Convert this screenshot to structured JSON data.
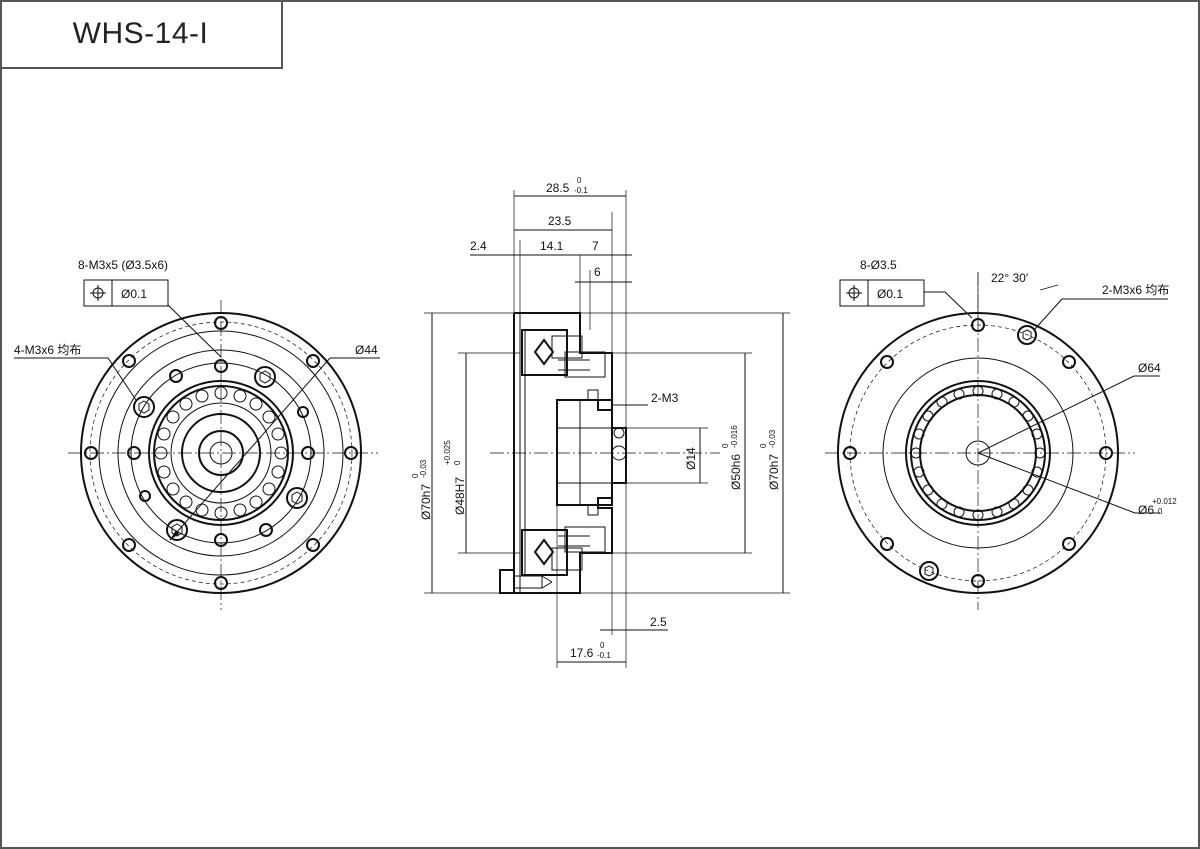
{
  "model": "WHS-14-I",
  "left_view": {
    "holes_note": "8-M3x5 (Ø3.5x6)",
    "position_tolerance": "Ø0.1",
    "threads_note": "4-M3x6 均布",
    "diameter": "Ø44"
  },
  "section_view": {
    "overall_length": "28.5",
    "overall_length_tol_upper": "0",
    "overall_length_tol_lower": "-0.1",
    "length_23_5": "23.5",
    "length_2_4": "2.4",
    "length_14_1": "14.1",
    "length_7": "7",
    "length_6": "6",
    "thread_2m3": "2-M3",
    "length_2_5": "2.5",
    "length_17_6": "17.6",
    "length_17_6_tol_upper": "0",
    "length_17_6_tol_lower": "-0.1",
    "dia_70h7_left": "Ø70h7",
    "dia_70h7_left_tol_upper": "0",
    "dia_70h7_left_tol_lower": "-0.03",
    "dia_48H7": "Ø48H7",
    "dia_48H7_tol_upper": "+0.025",
    "dia_48H7_tol_lower": "0",
    "dia_14": "Ø14",
    "dia_50h6": "Ø50h6",
    "dia_50h6_tol_upper": "0",
    "dia_50h6_tol_lower": "-0.016",
    "dia_70h7_right": "Ø70h7",
    "dia_70h7_right_tol_upper": "0",
    "dia_70h7_right_tol_lower": "-0.03"
  },
  "right_view": {
    "holes_note": "8-Ø3.5",
    "position_tolerance": "Ø0.1",
    "angle": "22° 30′",
    "threads_note": "2-M3x6 均布",
    "diameter": "Ø64",
    "bore": "Ø6",
    "bore_tol_upper": "+0.012",
    "bore_tol_lower": "0"
  },
  "symbols": {
    "position_tolerance_icon": "position-crosshair"
  }
}
